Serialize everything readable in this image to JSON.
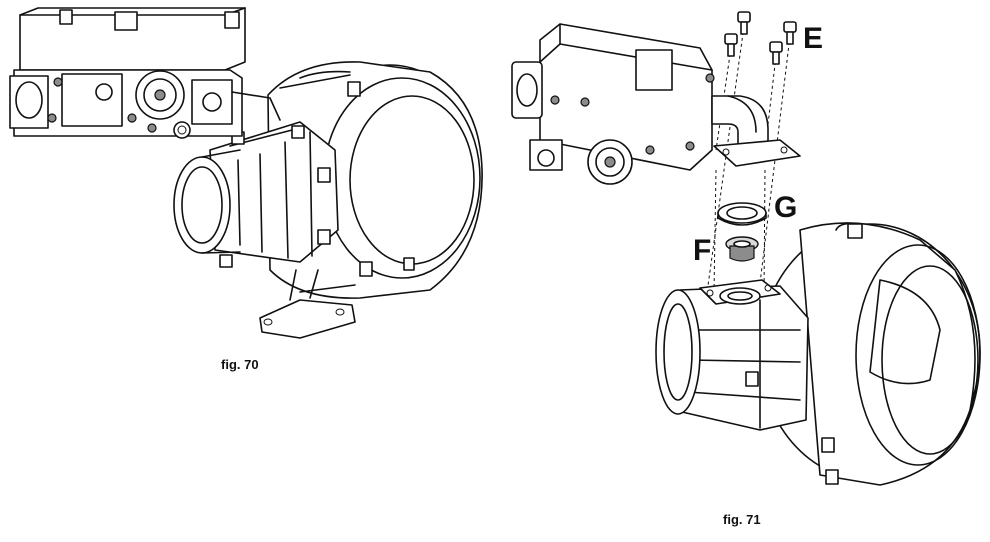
{
  "figures": {
    "fig70": {
      "caption": "fig. 70"
    },
    "fig71": {
      "caption": "fig. 71"
    }
  },
  "callouts": {
    "E": "E",
    "G": "G",
    "F": "F"
  }
}
